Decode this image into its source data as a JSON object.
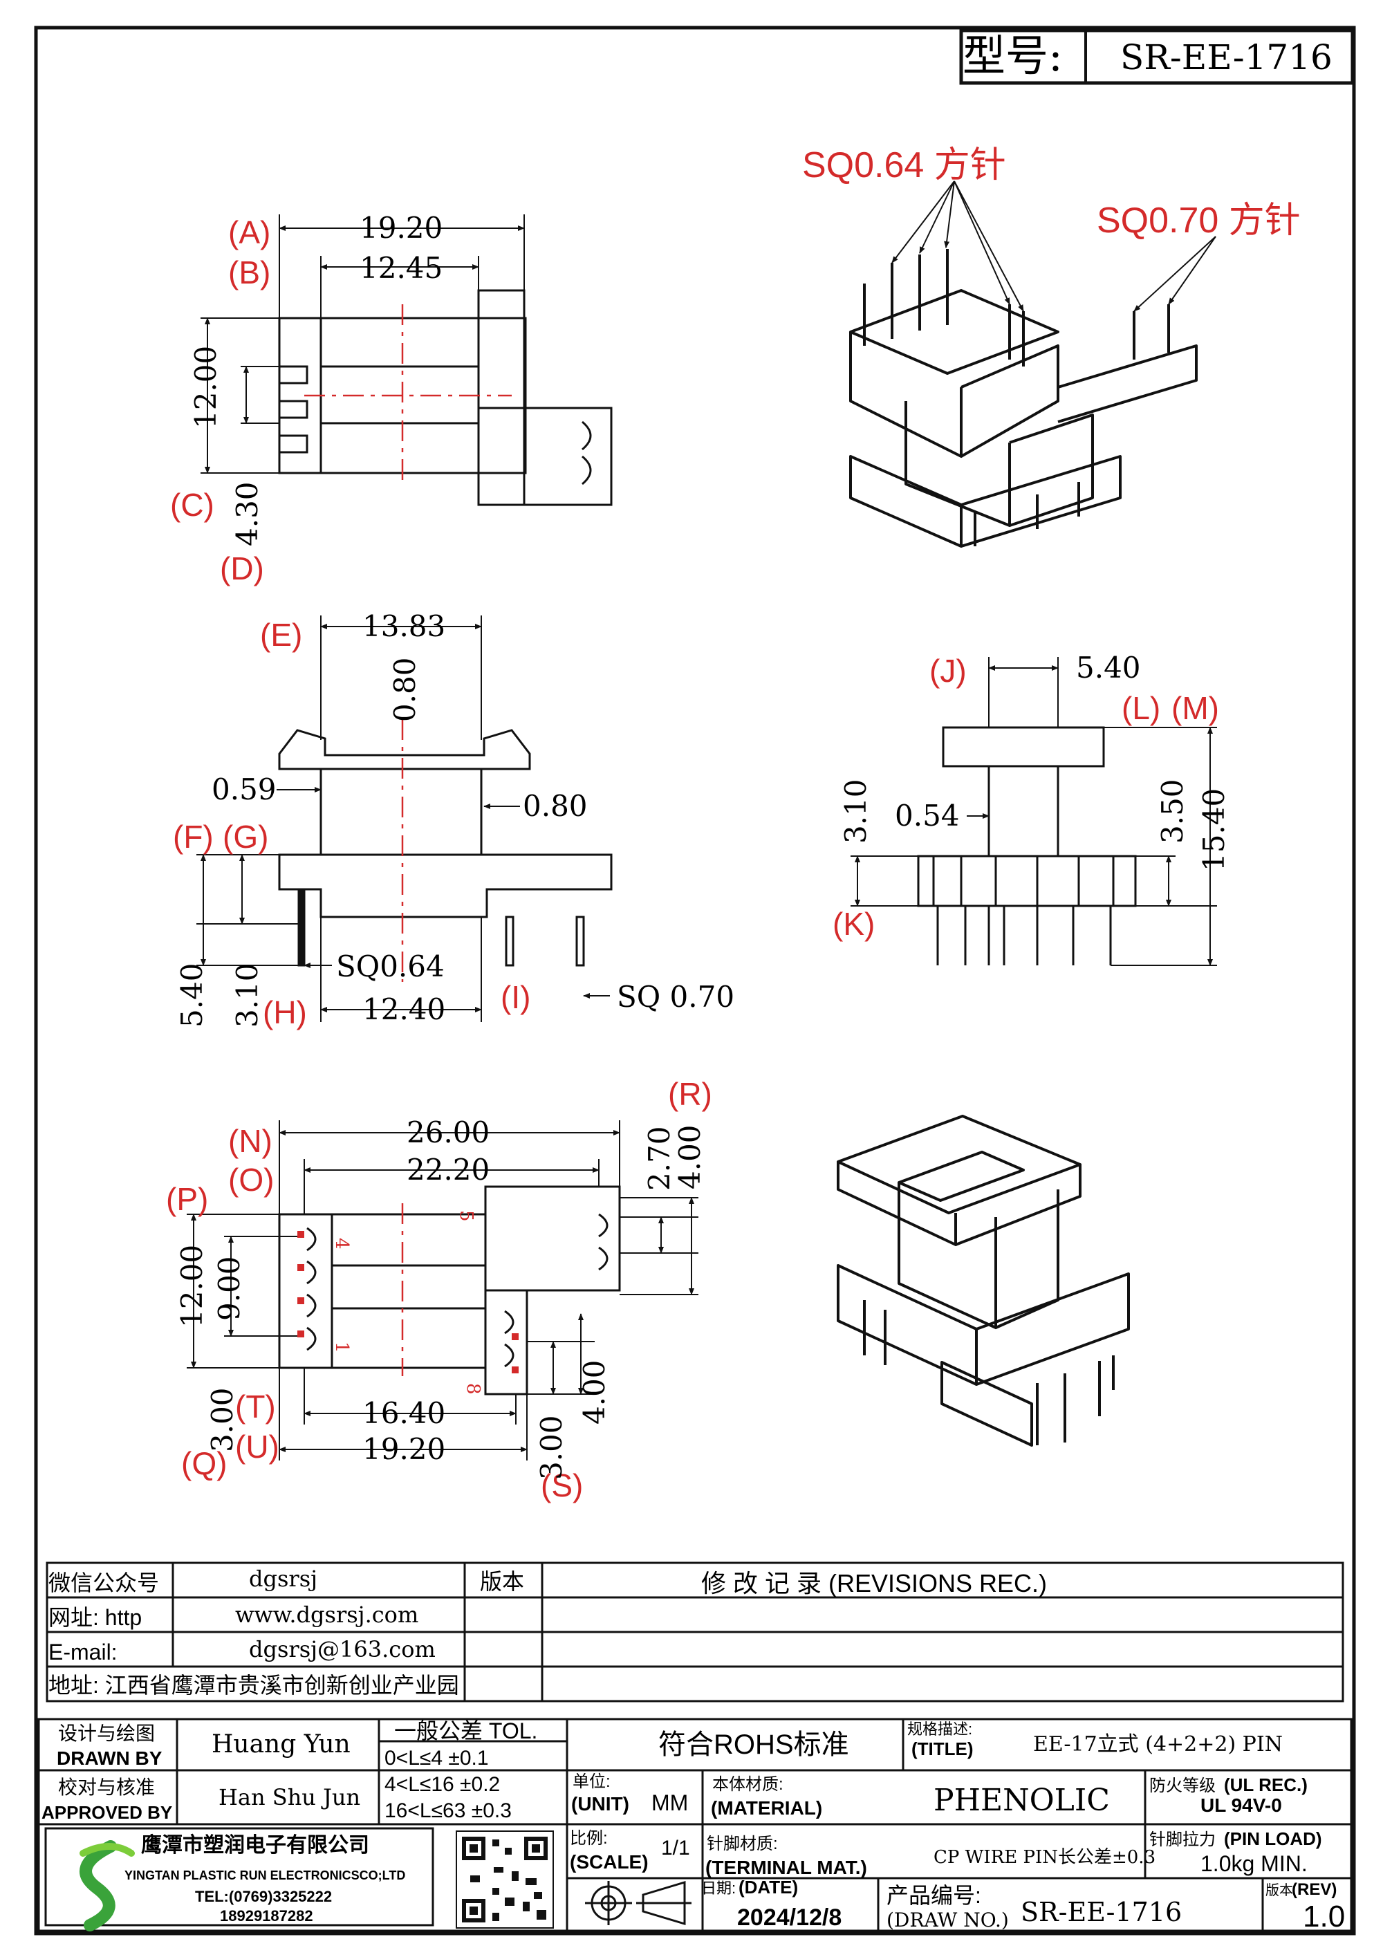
{
  "title_block": {
    "model_label": "型号:",
    "model_value": "SR-EE-1716"
  },
  "callouts": {
    "pin1": "SQ0.64  方针",
    "pin2": "SQ0.70  方针"
  },
  "dims": {
    "top": {
      "A": "(A)",
      "B": "(B)",
      "C": "(C)",
      "D": "(D)",
      "w1": "19.20",
      "w2": "12.45",
      "h1": "12.00",
      "h2": "4.30"
    },
    "front": {
      "E": "(E)",
      "F": "(F)",
      "G": "(G)",
      "H": "(H)",
      "I": "(I)",
      "w1": "13.83",
      "v1": "0.80",
      "d1": "0.59",
      "d2": "0.80",
      "h1": "5.40",
      "h2": "3.10",
      "sq1": "SQ0.64",
      "w2": "12.40",
      "sq2": "SQ 0.70"
    },
    "side": {
      "J": "(J)",
      "K": "(K)",
      "L": "(L)",
      "M": "(M)",
      "w1": "5.40",
      "h1": "3.10",
      "d1": "0.54",
      "h2": "3.50",
      "h3": "15.40"
    },
    "bottom": {
      "N": "(N)",
      "O": "(O)",
      "P": "(P)",
      "Q": "(Q)",
      "R": "(R)",
      "S": "(S)",
      "T": "(T)",
      "U": "(U)",
      "w1": "26.00",
      "w2": "22.20",
      "h1": "12.00",
      "h2": "9.00",
      "v1": "2.70",
      "v2": "4.00",
      "w3": "16.40",
      "w4": "19.20",
      "h3": "3.00",
      "h4": "3.00",
      "h5": "4.00",
      "p1": "5",
      "p2": "4",
      "p3": "1",
      "p4": "8"
    }
  },
  "revision": {
    "label_wechat": "微信公众号",
    "wechat": "dgsrsj",
    "label_web": "网址: http",
    "web": "www.dgsrsj.com",
    "label_email": "E-mail:",
    "email": "dgsrsj@163.com",
    "address": "地址: 江西省鹰潭市贵溪市创新创业产业园",
    "version_label": "版本",
    "records_title": "修 改 记 录  (REVISIONS REC.)"
  },
  "info": {
    "designer_cn": "设计与绘图",
    "designer_en": "DRAWN BY",
    "designer": "Huang  Yun",
    "approver_cn": "校对与核准",
    "approver_en": "APPROVED BY",
    "approver": "Han Shu Jun",
    "tol_title": "一般公差 TOL.",
    "tol_rows": [
      "0<L≤4   ±0.1",
      "4<L≤16  ±0.2",
      "16<L≤63 ±0.3"
    ],
    "rohs": "符合ROHS标准",
    "spec_label_cn": "规格描述:",
    "spec_label_en": "(TITLE)",
    "spec": "EE-17立式 (4+2+2) PIN",
    "unit_cn": "单位:",
    "unit_en": "(UNIT)",
    "unit": "MM",
    "material_cn": "本体材质:",
    "material_en": "(MATERIAL)",
    "material": "PHENOLIC",
    "fire_cn": "防火等级",
    "fire_en": "(UL REC.)",
    "fire": "UL 94V-0",
    "company_cn": "鹰潭市塑润电子有限公司",
    "company_en": "YINGTAN PLASTIC RUN ELECTRONICSCO;LTD",
    "tel": "TEL:(0769)3325222",
    "mobile": "18929187282",
    "scale_cn": "比例:",
    "scale_en": "(SCALE)",
    "scale": "1/1",
    "terminal_cn": "针脚材质:",
    "terminal_en": "(TERMINAL MAT.)",
    "terminal": "CP WIRE  PIN长公差±0.3",
    "pinload_cn": "针脚拉力",
    "pinload_en": "(PIN LOAD)",
    "pinload": "1.0kg MIN.",
    "date_cn": "日期:",
    "date_en": "(DATE)",
    "date": "2024/12/8",
    "drawno_cn": "产品编号:",
    "drawno_en": "(DRAW NO.)",
    "drawno": "SR-EE-1716",
    "rev_cn": "版本",
    "rev_en": "(REV)",
    "rev": "1.0"
  }
}
